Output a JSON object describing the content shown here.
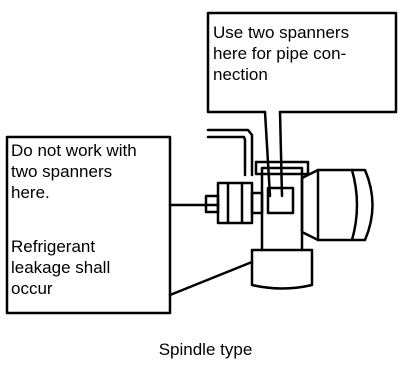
{
  "callout_top": {
    "lines": [
      "Use two spanners",
      "here for pipe con-",
      "nection"
    ]
  },
  "callout_left_top": {
    "lines": [
      "Do not work with",
      "two spanners",
      "here."
    ]
  },
  "callout_left_bottom": {
    "lines": [
      "Refrigerant",
      "leakage shall",
      "occur"
    ]
  },
  "caption": "Spindle type"
}
